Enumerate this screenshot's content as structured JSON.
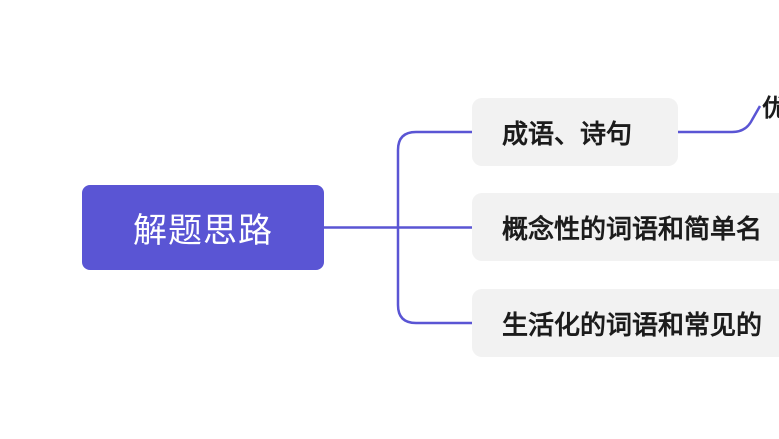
{
  "theme": {
    "accent": "#5a55d4",
    "root_text": "#ffffff",
    "node_bg": "#f2f2f2",
    "node_text": "#1c1c1c"
  },
  "mindmap": {
    "root": {
      "label": "解题思路"
    },
    "branches": [
      {
        "label": "成语、诗句"
      },
      {
        "label": "概念性的词语和简单名"
      },
      {
        "label": "生活化的词语和常见的"
      }
    ],
    "sub_nodes": [
      {
        "label": "优"
      }
    ]
  }
}
